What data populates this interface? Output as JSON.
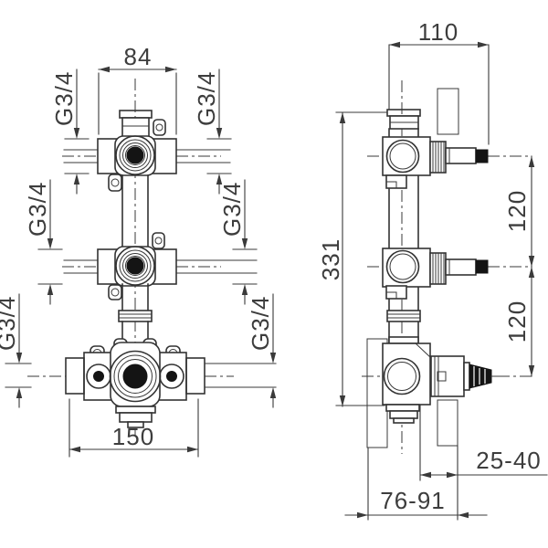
{
  "drawing": {
    "front_view": {
      "width_top": "84",
      "width_bottom": "150",
      "thread_labels": [
        "G3/4",
        "G3/4",
        "G3/4",
        "G3/4",
        "G3/4",
        "G3/4"
      ]
    },
    "side_view": {
      "depth_top": "110",
      "overall_height": "331",
      "port_spacing_upper": "120",
      "port_spacing_lower": "120",
      "plaster_depth_range": "25-40",
      "wall_depth_range": "76-91"
    },
    "colors": {
      "line": "#333333",
      "dimension": "#3a3a3a",
      "fill_dark": "#141414",
      "background": "#ffffff"
    }
  }
}
